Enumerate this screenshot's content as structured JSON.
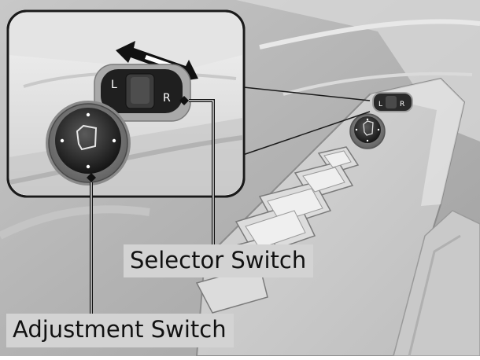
{
  "callouts": {
    "selector_switch": "Selector Switch",
    "adjustment_switch": "Adjustment Switch"
  },
  "switch_labels": {
    "left": "L",
    "right": "R"
  }
}
